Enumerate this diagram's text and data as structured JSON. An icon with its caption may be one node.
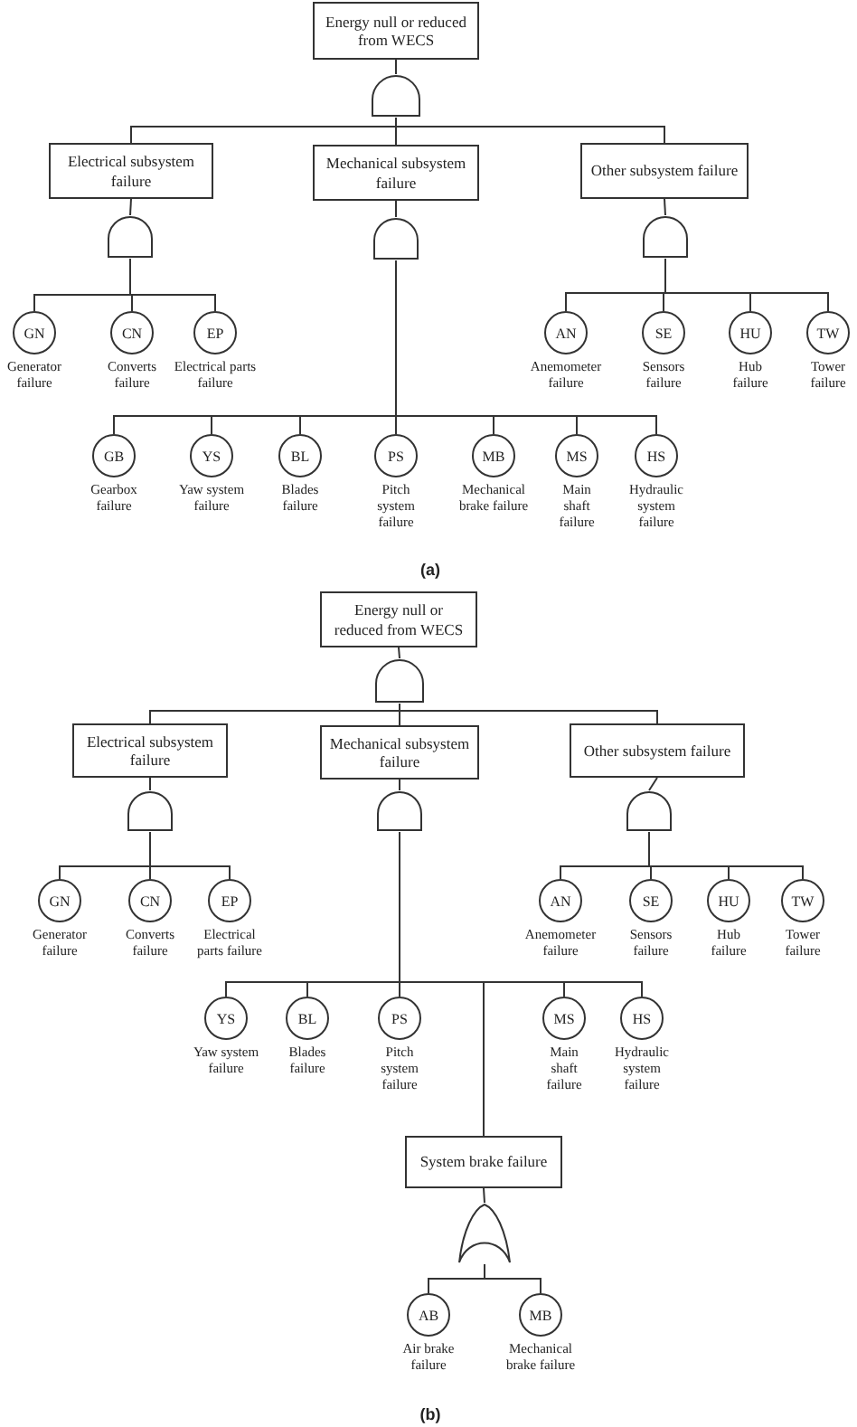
{
  "diagram": {
    "nodes": [
      {
        "text": [
          "Energy null or reduced from WECS"
        ]
      },
      {
        "text": [],
        "shape": "and-gate"
      },
      {
        "text": [
          "Electrical subsystem failure"
        ]
      },
      {
        "text": [
          "Mechanical subsystem failure"
        ]
      },
      {
        "text": [
          "Other subsystem failure"
        ]
      },
      {
        "text": [],
        "shape": "and-gate"
      },
      {
        "text": [],
        "shape": "and-gate"
      },
      {
        "text": [],
        "shape": "and-gate"
      },
      {
        "text": [
          "GN"
        ],
        "beside": [
          "Generator failure"
        ]
      },
      {
        "text": [
          "CN"
        ],
        "beside": [
          "Converts failure"
        ]
      },
      {
        "text": [
          "EP"
        ],
        "beside": [
          "Electrical parts failure"
        ]
      },
      {
        "text": [
          "AN"
        ],
        "beside": [
          "Anemometer failure"
        ]
      },
      {
        "text": [
          "SE"
        ],
        "beside": [
          "Sensors failure"
        ]
      },
      {
        "text": [
          "HU"
        ],
        "beside": [
          "Hub failure"
        ]
      },
      {
        "text": [
          "TW"
        ],
        "beside": [
          "Tower failure"
        ]
      },
      {
        "text": [
          "GB"
        ],
        "beside": [
          "Gearbox failure"
        ]
      },
      {
        "text": [
          "YS"
        ],
        "beside": [
          "Yaw system failure"
        ]
      },
      {
        "text": [
          "BL"
        ],
        "beside": [
          "Blades failure"
        ]
      },
      {
        "text": [
          "PS"
        ],
        "beside": [
          "Pitch system failure"
        ]
      },
      {
        "text": [
          "MB"
        ],
        "beside": [
          "Mechanical brake failure"
        ]
      },
      {
        "text": [
          "MS"
        ],
        "beside": [
          "Main shaft failure"
        ]
      },
      {
        "text": [
          "HS"
        ],
        "beside": [
          "Hydraulic system failure"
        ]
      },
      {
        "text": [
          "Energy null or reduced from WECS"
        ]
      },
      {
        "text": [],
        "shape": "and-gate"
      },
      {
        "text": [
          "Electrical subsystem failure"
        ]
      },
      {
        "text": [
          "Mechanical subsystem failure"
        ]
      },
      {
        "text": [
          "Other subsystem failure"
        ]
      },
      {
        "text": [],
        "shape": "and-gate"
      },
      {
        "text": [],
        "shape": "and-gate"
      },
      {
        "text": [],
        "shape": "and-gate"
      },
      {
        "text": [
          "GN"
        ],
        "beside": [
          "Generator failure"
        ]
      },
      {
        "text": [
          "CN"
        ],
        "beside": [
          "Converts failure"
        ]
      },
      {
        "text": [
          "EP"
        ],
        "beside": [
          "Electrical parts failure"
        ]
      },
      {
        "text": [
          "AN"
        ],
        "beside": [
          "Anemometer failure"
        ]
      },
      {
        "text": [
          "SE"
        ],
        "beside": [
          "Sensors failure"
        ]
      },
      {
        "text": [
          "HU"
        ],
        "beside": [
          "Hub failure"
        ]
      },
      {
        "text": [
          "TW"
        ],
        "beside": [
          "Tower failure"
        ]
      },
      {
        "text": [
          "YS"
        ],
        "beside": [
          "Yaw system failure"
        ]
      },
      {
        "text": [
          "BL"
        ],
        "beside": [
          "Blades failure"
        ]
      },
      {
        "text": [
          "PS"
        ],
        "beside": [
          "Pitch system failure"
        ]
      },
      {
        "text": [
          "MS"
        ],
        "beside": [
          "Main shaft failure"
        ]
      },
      {
        "text": [
          "HS"
        ],
        "beside": [
          "Hydraulic system failure"
        ]
      },
      {
        "text": [
          "System brake failure"
        ]
      },
      {
        "text": [],
        "shape": "or-gate"
      },
      {
        "text": [
          "AB"
        ],
        "beside": [
          "Air brake failure"
        ]
      },
      {
        "text": [
          "MB"
        ],
        "beside": [
          "Mechanical brake failure"
        ]
      }
    ],
    "edges": [
      {
        "from": 0,
        "to": 1,
        "arrow": "none"
      },
      {
        "from": 1,
        "to": 2,
        "arrow": "none"
      },
      {
        "from": 1,
        "to": 3,
        "arrow": "none"
      },
      {
        "from": 1,
        "to": 4,
        "arrow": "none"
      },
      {
        "from": 2,
        "to": 5,
        "arrow": "none"
      },
      {
        "from": 3,
        "to": 6,
        "arrow": "none"
      },
      {
        "from": 4,
        "to": 7,
        "arrow": "none"
      },
      {
        "from": 5,
        "to": 8,
        "arrow": "none"
      },
      {
        "from": 5,
        "to": 9,
        "arrow": "none"
      },
      {
        "from": 5,
        "to": 10,
        "arrow": "none"
      },
      {
        "from": 7,
        "to": 11,
        "arrow": "none"
      },
      {
        "from": 7,
        "to": 12,
        "arrow": "none"
      },
      {
        "from": 7,
        "to": 13,
        "arrow": "none"
      },
      {
        "from": 7,
        "to": 14,
        "arrow": "none"
      },
      {
        "from": 6,
        "to": 15,
        "arrow": "none"
      },
      {
        "from": 6,
        "to": 16,
        "arrow": "none"
      },
      {
        "from": 6,
        "to": 17,
        "arrow": "none"
      },
      {
        "from": 6,
        "to": 18,
        "arrow": "none"
      },
      {
        "from": 6,
        "to": 19,
        "arrow": "none"
      },
      {
        "from": 6,
        "to": 20,
        "arrow": "none"
      },
      {
        "from": 6,
        "to": 21,
        "arrow": "none"
      },
      {
        "from": 22,
        "to": 23,
        "arrow": "none"
      },
      {
        "from": 23,
        "to": 24,
        "arrow": "none"
      },
      {
        "from": 23,
        "to": 25,
        "arrow": "none"
      },
      {
        "from": 23,
        "to": 26,
        "arrow": "none"
      },
      {
        "from": 24,
        "to": 27,
        "arrow": "none"
      },
      {
        "from": 25,
        "to": 28,
        "arrow": "none"
      },
      {
        "from": 26,
        "to": 29,
        "arrow": "none"
      },
      {
        "from": 27,
        "to": 30,
        "arrow": "none"
      },
      {
        "from": 27,
        "to": 31,
        "arrow": "none"
      },
      {
        "from": 27,
        "to": 32,
        "arrow": "none"
      },
      {
        "from": 29,
        "to": 33,
        "arrow": "none"
      },
      {
        "from": 29,
        "to": 34,
        "arrow": "none"
      },
      {
        "from": 29,
        "to": 35,
        "arrow": "none"
      },
      {
        "from": 29,
        "to": 36,
        "arrow": "none"
      },
      {
        "from": 28,
        "to": 37,
        "arrow": "none"
      },
      {
        "from": 28,
        "to": 38,
        "arrow": "none"
      },
      {
        "from": 28,
        "to": 39,
        "arrow": "none"
      },
      {
        "from": 28,
        "to": 42,
        "arrow": "none"
      },
      {
        "from": 28,
        "to": 40,
        "arrow": "none"
      },
      {
        "from": 28,
        "to": 41,
        "arrow": "none"
      },
      {
        "from": 42,
        "to": 43,
        "arrow": "none"
      },
      {
        "from": 43,
        "to": 44,
        "arrow": "none"
      },
      {
        "from": 43,
        "to": 45,
        "arrow": "none"
      }
    ],
    "labels": [
      "(a)",
      "(b)"
    ]
  }
}
